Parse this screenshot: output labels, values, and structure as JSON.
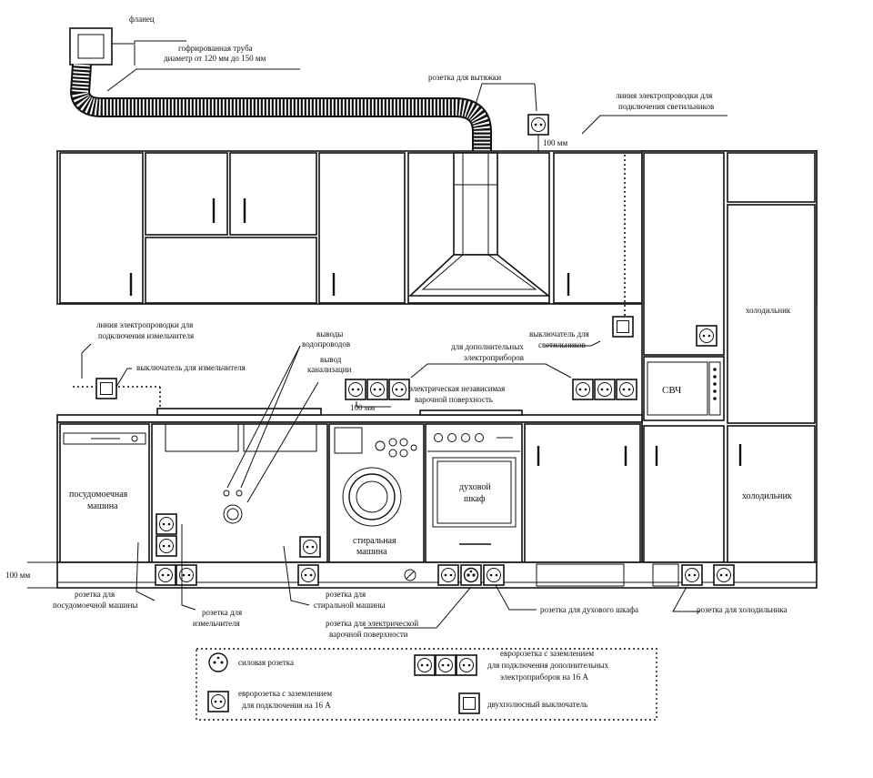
{
  "labels": {
    "flange": "фланец",
    "pipe_line1": "гофрированная труба",
    "pipe_line2": "диаметр от 120 мм до 150 мм",
    "hood_socket": "розетка для вытяжки",
    "light_line1": "линия электропроводки для",
    "light_line2": "подключения светильников",
    "dim_100_top": "100 мм",
    "fridge_upper": "холодильник",
    "grinder_line1": "линия электропроводки для",
    "grinder_line2": "подключения измельчителя",
    "grinder_switch": "выключатель для измельчителя",
    "water_outlets1": "выводы",
    "water_outlets2": "водопроводов",
    "sewer1": "вывод",
    "sewer2": "канализации",
    "dim_100_mid": "100 мм",
    "cooktop1": "электрическая независимая",
    "cooktop2": "варочной поверхность",
    "appliances1": "для дополнительных",
    "appliances2": "электроприборов",
    "light_switch1": "выключатель для",
    "light_switch2": "светильников",
    "microwave": "СВЧ",
    "dishwasher1": "посудомоечная",
    "dishwasher2": "машина",
    "washer1": "стиральная",
    "washer2": "машина",
    "oven1": "духовой",
    "oven2": "шкаф",
    "fridge_lower": "холодильник",
    "dim_100_floor": "100 мм",
    "dish_socket1": "розетка для",
    "dish_socket2": "посудомоечной машины",
    "grinder_socket1": "розетка для",
    "grinder_socket2": "измельчителя",
    "washer_socket1": "розетка для",
    "washer_socket2": "стиральной машины",
    "cooktop_socket1": "розетка для электрической",
    "cooktop_socket2": "варочной поверхности",
    "oven_socket": "розетка для духового шкафа",
    "fridge_socket": "розетка для холодильника"
  },
  "legend": {
    "power": "силовая розетка",
    "euro_triple1": "евророзетка с заземлением",
    "euro_triple2": "для подключения дополнительных",
    "euro_triple3": "электроприборов на 16 А",
    "euro_single1": "евророзетка с заземлением",
    "euro_single2": "для подключения на 16 А",
    "switch": "двухполюсный выключатель"
  }
}
